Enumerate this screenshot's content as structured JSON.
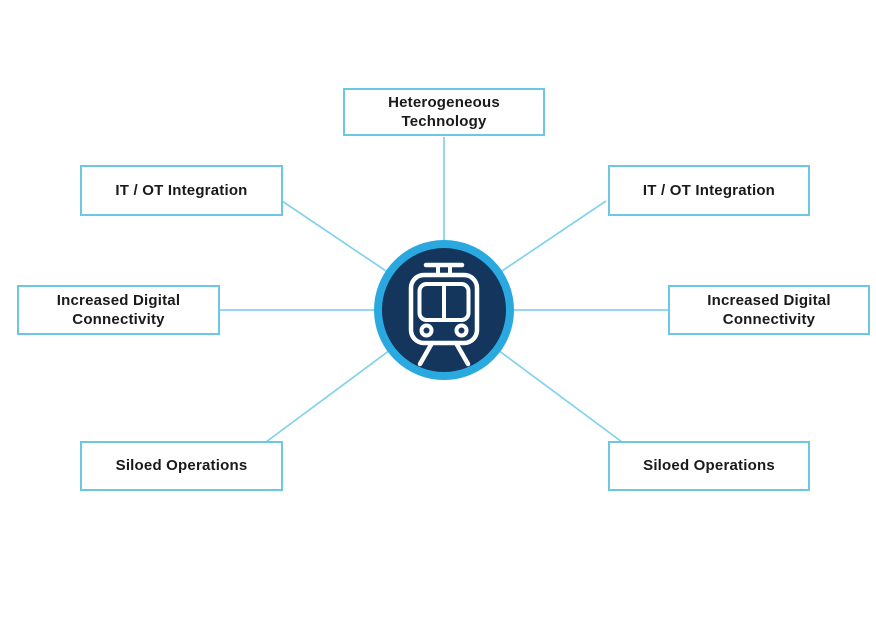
{
  "diagram": {
    "center": {
      "icon": "train-icon",
      "ring_color": "#29a9e0",
      "fill_color": "#14365c",
      "icon_color": "#ffffff"
    },
    "nodes": [
      {
        "id": "top",
        "label": "Heterogeneous Technology"
      },
      {
        "id": "upper-left",
        "label": "IT / OT Integration"
      },
      {
        "id": "upper-right",
        "label": "IT / OT Integration"
      },
      {
        "id": "mid-left",
        "label": "Increased Digital Connectivity"
      },
      {
        "id": "mid-right",
        "label": "Increased Digital Connectivity"
      },
      {
        "id": "lower-left",
        "label": "Siloed Operations"
      },
      {
        "id": "lower-right",
        "label": "Siloed Operations"
      }
    ],
    "colors": {
      "box_border": "#6cc7e7",
      "connector": "#82d2ec",
      "text": "#1a1a1a",
      "ring": "#29a9e0",
      "hub": "#14365c",
      "icon": "#ffffff"
    }
  }
}
